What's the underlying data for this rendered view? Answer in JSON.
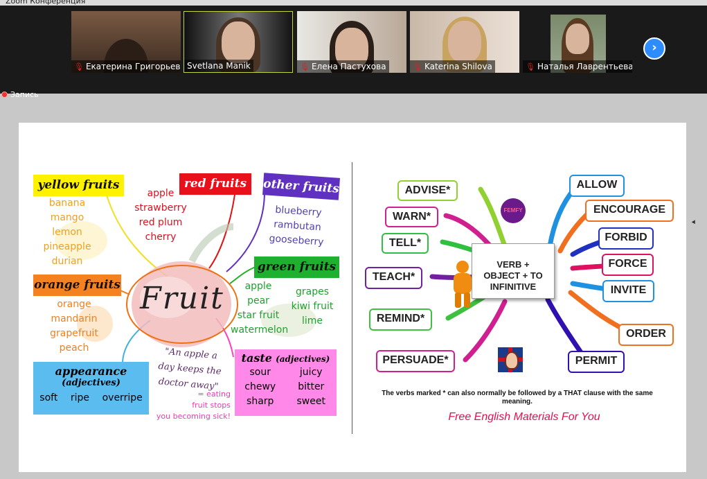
{
  "window": {
    "title": "Zoom Конференция"
  },
  "participants": [
    {
      "name": "Екатерина Григорьева",
      "muted": true
    },
    {
      "name": "Svetlana Manik",
      "muted": false
    },
    {
      "name": "Елена Пастухова",
      "muted": true
    },
    {
      "name": "Katerina Shilova",
      "muted": true
    },
    {
      "name": "Наталья Лаврентьева",
      "muted": true
    }
  ],
  "recording": {
    "label": "Запись"
  },
  "fruit_map": {
    "center": "Fruit",
    "yellow": {
      "title": "yellow fruits",
      "items": [
        "banana",
        "mango",
        "lemon",
        "pineapple",
        "durian"
      ]
    },
    "red": {
      "title": "red fruits",
      "items": [
        "apple",
        "strawberry",
        "red plum",
        "cherry"
      ]
    },
    "other": {
      "title": "other fruits",
      "items": [
        "blueberry",
        "rambutan",
        "gooseberry"
      ]
    },
    "orange": {
      "title": "orange fruits",
      "items": [
        "orange",
        "mandarin",
        "grapefruit",
        "peach"
      ]
    },
    "green": {
      "title": "green fruits",
      "col1": [
        "apple",
        "pear",
        "star fruit",
        "watermelon"
      ],
      "col2": [
        "grapes",
        "kiwi fruit",
        "lime"
      ]
    },
    "appearance": {
      "title": "appearance",
      "subtitle": "(adjectives)",
      "items": [
        "soft",
        "ripe",
        "overripe"
      ]
    },
    "taste": {
      "title": "taste",
      "subtitle": "(adjectives)",
      "rows": [
        [
          "sour",
          "juicy"
        ],
        [
          "chewy",
          "bitter"
        ],
        [
          "sharp",
          "sweet"
        ]
      ]
    },
    "quote": {
      "lines": [
        "\"An apple a",
        "day keeps the",
        "doctor away\""
      ],
      "note": [
        "= eating",
        "fruit stops",
        "you becoming sick!"
      ]
    }
  },
  "verb_map": {
    "center": [
      "VERB +",
      "OBJECT + TO",
      "INFINITIVE"
    ],
    "logo": "FEMFY",
    "left_verbs": [
      "ADVISE*",
      "WARN*",
      "TELL*",
      "TEACH*",
      "REMIND*",
      "PERSUADE*"
    ],
    "right_verbs": [
      "ALLOW",
      "ENCOURAGE",
      "FORBID",
      "FORCE",
      "INVITE",
      "ORDER",
      "PERMIT"
    ],
    "note": [
      "The verbs marked * can also normally be followed by a THAT clause with the same",
      "meaning."
    ],
    "footer": "Free English Materials For You"
  }
}
